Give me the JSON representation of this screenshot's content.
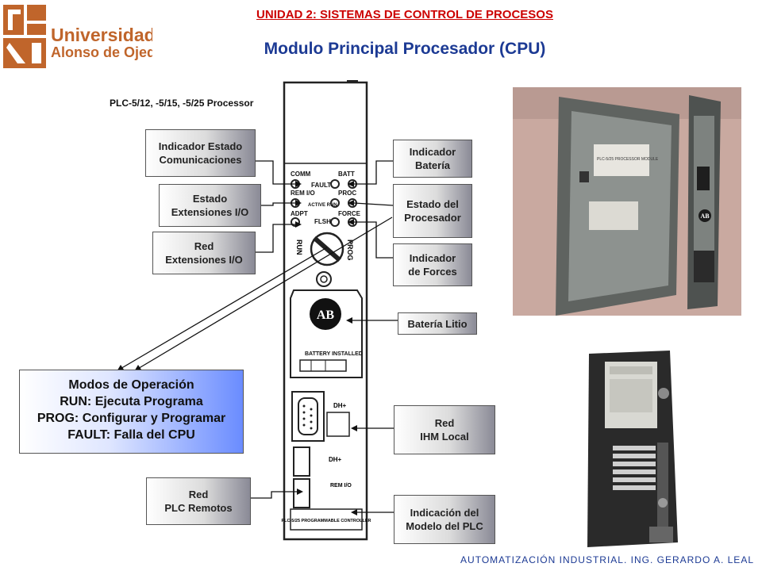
{
  "header": {
    "unit_title": "UNIDAD 2: SISTEMAS DE CONTROL DE PROCESOS",
    "main_title": "Modulo Principal Procesador (CPU)"
  },
  "logo": {
    "line1": "Universidad",
    "line2": "Alonso de Ojeda",
    "color": "#c0652b"
  },
  "diagram": {
    "processor_title": "PLC-5/12, -5/15, -5/25 Processor",
    "led_labels": [
      "COMM",
      "FAULT",
      "BATT",
      "REM I/O",
      "ACTIVE RUN",
      "PROC",
      "ADPT",
      "FLSH",
      "FORCE"
    ],
    "keyswitch": [
      "RUN",
      "PROG"
    ],
    "brand": "AB",
    "battery_label": "BATTERY INSTALLED",
    "port_labels": [
      "DH+",
      "DH+",
      "REM I/O"
    ],
    "bottom_label": "PLC-5/25 PROGRAMMABLE CONTROLLER"
  },
  "callouts": {
    "left": [
      {
        "line1": "Indicador Estado",
        "line2": "Comunicaciones"
      },
      {
        "line1": "Estado",
        "line2": "Extensiones I/O"
      },
      {
        "line1": "Red",
        "line2": "Extensiones I/O"
      },
      {
        "line1": "Red",
        "line2": "PLC Remotos"
      }
    ],
    "right": [
      {
        "line1": "Indicador",
        "line2": "Batería"
      },
      {
        "line1": "Estado del",
        "line2": "Procesador"
      },
      {
        "line1": "Indicador",
        "line2": "de Forces"
      },
      {
        "line1": "Batería Litio",
        "line2": ""
      },
      {
        "line1": "Red",
        "line2": "IHM Local"
      },
      {
        "line1": "Indicación del",
        "line2": "Modelo del PLC"
      }
    ]
  },
  "modes": {
    "title": "Modos de Operación",
    "run": "RUN: Ejecuta Programa",
    "prog": "PROG: Configurar y Programar",
    "fault": "FAULT: Falla del CPU"
  },
  "photo_labels": {
    "module_plate": "PLC-5/25 PROCESSOR MODULE",
    "brand": "AB"
  },
  "footer": "AUTOMATIZACIÓN INDUSTRIAL. ING. GERARDO A. LEAL"
}
